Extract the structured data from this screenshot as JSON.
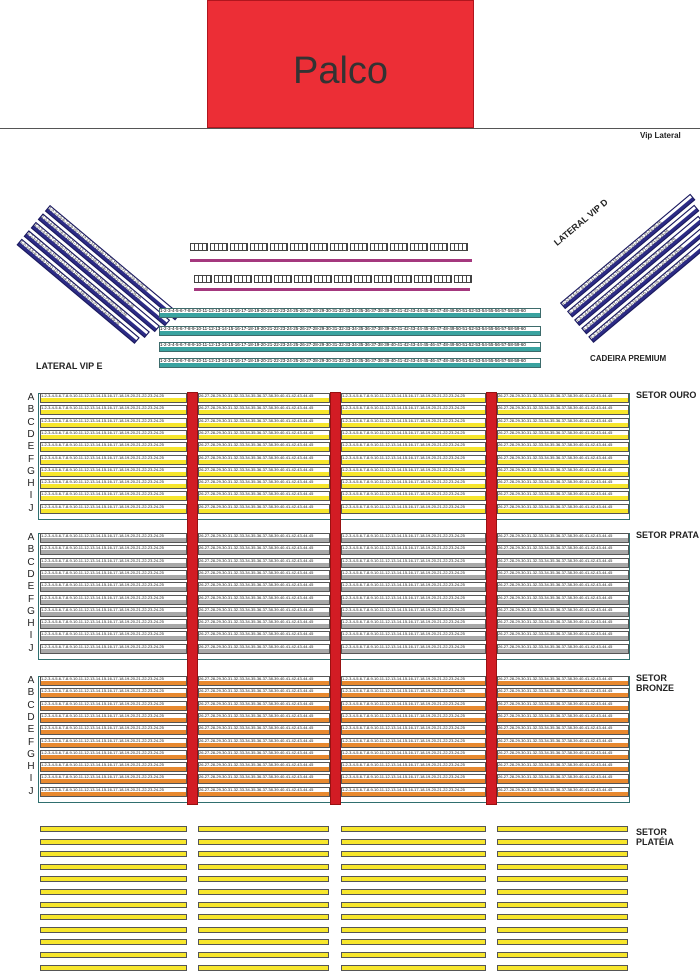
{
  "stage": {
    "label": "Palco"
  },
  "vip_lateral": {
    "label": "Vip Lateral"
  },
  "lateral_left": {
    "label": "LATERAL VIP E",
    "seats": "1-2-3-4-5-6-7-8-9-10-11-12-13-14-15-16-17-18-19-20-21-22-23-24-25-26"
  },
  "lateral_right": {
    "label": "LATERAL VIP D",
    "seats": "1-2-3-4-5-6-7-8-9-10-11-12-13-14-15-16-17-18-19-20-21-22-23-24-25-26"
  },
  "premium": {
    "label": "CADEIRA PREMIUM",
    "seats": "1-2-3-4-5-6-7-8-9-10-11-12-13-14-15-16-17-18-19-20-21-22-23-24-25-26-27-28-29-30-31-32-33-34-35-36-37-38-39-40-41-42-43-44-45-46-47-48-49-50-51-52-53-54-55-56-57-58-59-60"
  },
  "seat_ranges": {
    "a": "1-2-3-4-5-6-7-8-9-10-11-12-13-14-15-16-17-18-19-20-21-22-23-24-25",
    "b": "26-27-28-29-30-31-32-33-34-35-36-37-38-39-40-41-42-43-44-45",
    "c": "1-2-3-4-5-6-7-8-9-10-11-12-13-14-15-16-17-18-19-20-21-22-23-24-25",
    "d": "26-27-28-29-30-31-32-33-34-35-36-37-38-39-40-41-42-43-44-45"
  },
  "rows": [
    "A",
    "B",
    "C",
    "D",
    "E",
    "F",
    "G",
    "H",
    "I",
    "J"
  ],
  "sectors": [
    {
      "label": "SETOR OURO",
      "color": "#f7e62c"
    },
    {
      "label": "SETOR PRATA",
      "color": "#a9a9a9"
    },
    {
      "label": "SETOR BRONZE",
      "color": "#e8892f"
    }
  ],
  "platea": {
    "label": "SETOR PLATÉIA",
    "color": "#f7e62c"
  }
}
